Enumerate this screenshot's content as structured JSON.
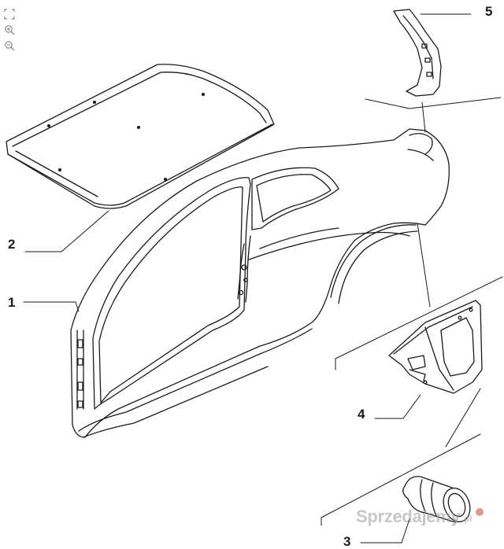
{
  "toolbar": {
    "items": [
      {
        "name": "fullscreen",
        "icon": "fullscreen-icon"
      },
      {
        "name": "zoom-in",
        "icon": "zoom-in-icon"
      },
      {
        "name": "zoom-out",
        "icon": "zoom-out-icon"
      }
    ]
  },
  "callouts": {
    "c1": "1",
    "c2": "2",
    "c3": "3",
    "c4": "4",
    "c5": "5"
  },
  "parts": [
    {
      "id": "1",
      "icon": "side-body-panel"
    },
    {
      "id": "2",
      "icon": "roof-panel"
    },
    {
      "id": "3",
      "icon": "fuel-filler-housing"
    },
    {
      "id": "4",
      "icon": "rear-inner-bracket"
    },
    {
      "id": "5",
      "icon": "pillar-reinforcement-bracket"
    }
  ],
  "watermark": {
    "text": "Sprzedajemy",
    "suffix": ".pl"
  },
  "colors": {
    "line": "#1a1a1a",
    "watermark": "#9a9a9a",
    "watermark_dot": "#c8453a"
  }
}
